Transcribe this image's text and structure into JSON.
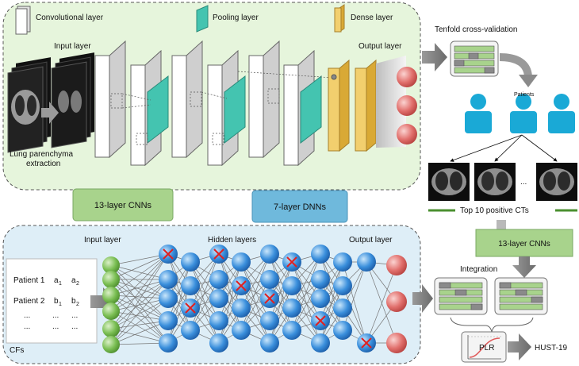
{
  "cnn_panel": {
    "legend": {
      "conv": "Convolutional layer",
      "pool": "Pooling layer",
      "dense": "Dense layer"
    },
    "input_label": "Input layer",
    "output_label": "Output layer",
    "lung_label_1": "Lung parenchyma",
    "lung_label_2": "extraction",
    "tag": "13-layer CNNs"
  },
  "dnn_panel": {
    "tag": "7-layer DNNs",
    "input_label": "Input layer",
    "hidden_label": "Hidden layers",
    "output_label": "Output layer",
    "cf_table": [
      [
        "Patient 1",
        "a",
        "1",
        "a",
        "2"
      ],
      [
        "Patient 2",
        "b",
        "1",
        "b",
        "2"
      ],
      [
        "...",
        "...",
        "",
        "...",
        ""
      ],
      [
        "...",
        "...",
        "",
        "...",
        ""
      ]
    ],
    "cf_label": "CFs"
  },
  "right_flow": {
    "crossval": "Tenfold cross-validation",
    "patients": "Patients",
    "top_ct": "Top 10 positive CTs",
    "cnn_box": "13-layer CNNs",
    "integration": "Integration",
    "plr": "PLR",
    "result": "HUST-19"
  },
  "colors": {
    "cnn_panel_bg": "#e6f5dc",
    "dnn_panel_bg": "#deeef7",
    "green_tag": "#a8d38c",
    "blue_tag": "#6fb9dc",
    "pool_teal": "#44c4b0",
    "dense_yellow": "#f2cf6e",
    "patient_blue": "#1aa9d6",
    "output_red": "#e77a78",
    "input_green": "#7bbf54",
    "hidden_blue": "#3a8fdc"
  }
}
